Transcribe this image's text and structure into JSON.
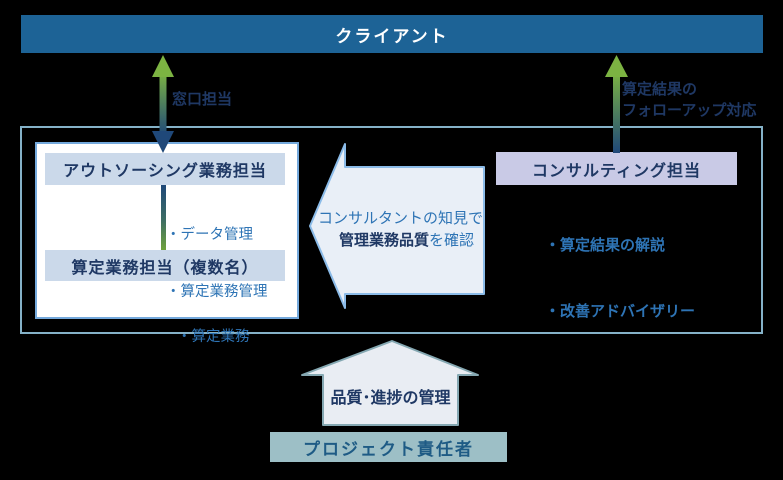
{
  "banner": {
    "label": "クライアント"
  },
  "connectors": {
    "left_label": "窓口担当",
    "right_label_line1": "算定結果の",
    "right_label_line2": "フォローアップ対応"
  },
  "org": {
    "outsourcing": {
      "title": "アウトソーシング業務担当",
      "items": [
        "・データ管理",
        "・算定業務管理"
      ]
    },
    "calculation": {
      "title": "算定業務担当（複数名）",
      "items": [
        "・算定業務"
      ]
    }
  },
  "consulting": {
    "title": "コンサルティング担当",
    "items": [
      "・算定結果の解説",
      "・改善アドバイザリー"
    ]
  },
  "review_arrow": {
    "line1": "コンサルタントの知見で",
    "line2_bold": "管理業務品質",
    "line2_rest": "を確認"
  },
  "management_arrow": {
    "label": "品質･進捗の管理"
  },
  "project_owner": {
    "label": "プロジェクト責任者"
  },
  "colors": {
    "banner_bg": "#1D6396",
    "team_bar_bg": "#CBD9EA",
    "consulting_bar_bg": "#C9CAE6",
    "team_card_border": "#74A9DC",
    "outer_box_border": "#85B2C8",
    "review_arrow_fill": "#E9EFF7",
    "review_arrow_border": "#8BBBE8",
    "quality_arrow_fill": "#E9EDF3",
    "quality_arrow_border": "#85A8B2",
    "project_box_bg": "#9DBFC6",
    "navy_text": "#1F3864",
    "blue_text": "#2E74B5",
    "arrow_green": "#7CB342",
    "arrow_navy": "#1F4879"
  }
}
